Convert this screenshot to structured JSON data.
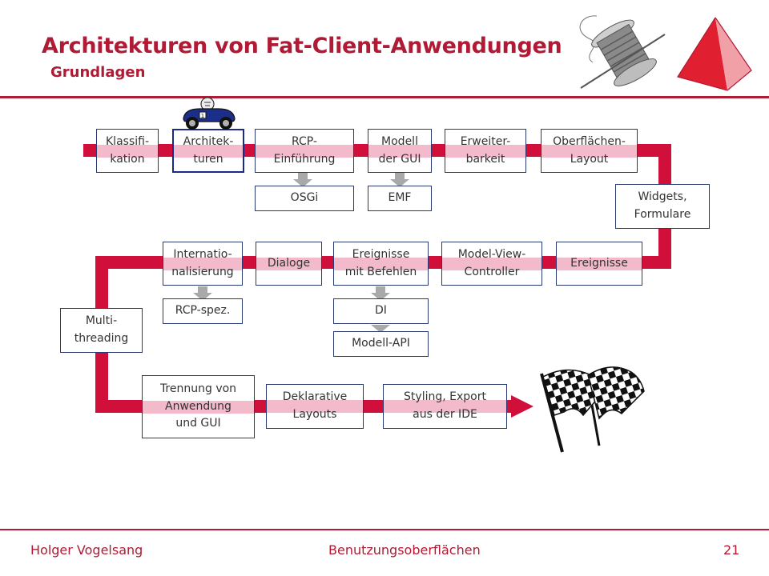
{
  "header": {
    "title": "Architekturen von Fat-Client-Anwendungen",
    "subtitle": "Grundlagen"
  },
  "footer": {
    "author": "Holger Vogelsang",
    "course": "Benutzungsoberflächen",
    "page": "21"
  },
  "nodes": {
    "klassifikation": "Klassifi-\nkation",
    "architekturen": "Architek-\nturen",
    "rcp_einfuehrung": "RCP-\nEinführung",
    "modell_gui": "Modell\nder GUI",
    "erweiterbarkeit": "Erweiter-\nbarkeit",
    "oberflaechen_layout": "Oberflächen-\nLayout",
    "osgi": "OSGi",
    "emf": "EMF",
    "widgets_formulare": "Widgets,\nFormulare",
    "internationalisierung": "Internatio-\nnalisierung",
    "dialoge": "Dialoge",
    "ereignisse_befehle": "Ereignisse\nmit Befehlen",
    "mvc": "Model-View-\nController",
    "ereignisse": "Ereignisse",
    "rcp_spez": "RCP-spez.",
    "di": "DI",
    "modell_api": "Modell-API",
    "multithreading": "Multi-\nthreading",
    "trennung": "Trennung von\nAnwendung\nund GUI",
    "deklarative_layouts": "Deklarative\nLayouts",
    "styling_export": "Styling, Export\naus der IDE"
  },
  "colors": {
    "accent": "#b01a34",
    "track": "#d0103a",
    "connector": "#a9a9a9",
    "box_border": "#2a3a6e"
  },
  "icons": {
    "race_car": "race-car-icon",
    "checkered_flag": "checkered-flag-icon",
    "thread_spool": "thread-spool-icon",
    "logo": "red-pyramid-logo-icon"
  }
}
